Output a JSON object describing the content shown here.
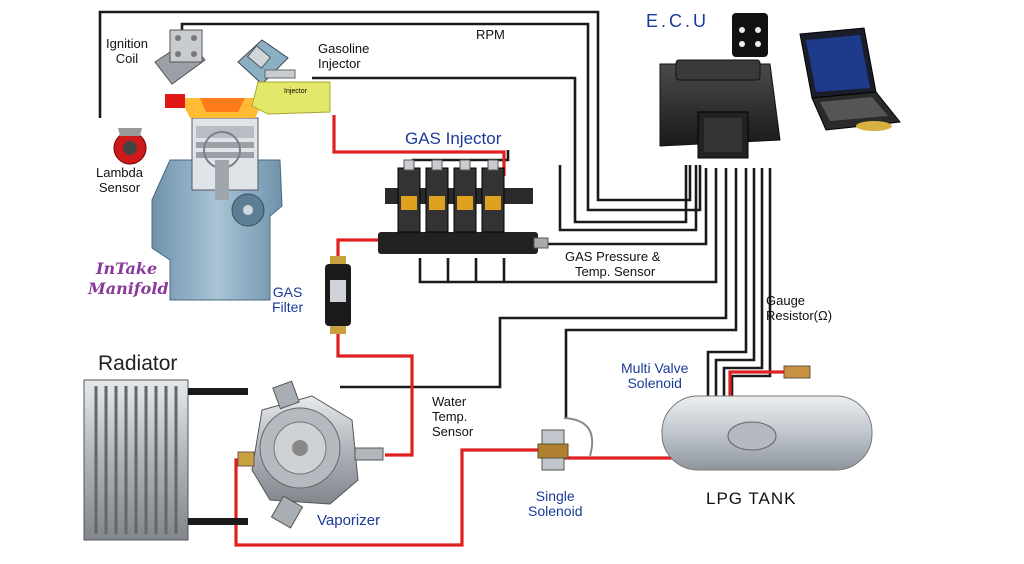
{
  "labels": {
    "ignition_coil_1": "Ignition",
    "ignition_coil_2": "Coil",
    "lambda_sensor_1": "Lambda",
    "lambda_sensor_2": "Sensor",
    "gasoline_injector_1": "Gasoline",
    "gasoline_injector_2": "Injector",
    "injector_tag": "Injector",
    "rpm": "RPM",
    "ecu": "E.C.U",
    "gas_injector": "GAS Injector",
    "gas_pressure_1": "GAS Pressure &",
    "gas_pressure_2": "Temp. Sensor",
    "intake_1": "InTake",
    "intake_2": "Manifold",
    "gas_filter_1": "GAS",
    "gas_filter_2": "Filter",
    "gauge_resistor_1": "Gauge",
    "gauge_resistor_2": "Resistor(Ω)",
    "radiator": "Radiator",
    "multi_valve_1": "Multi Valve",
    "multi_valve_2": "Solenoid",
    "water_temp_1": "Water",
    "water_temp_2": "Temp.",
    "water_temp_3": "Sensor",
    "vaporizer": "Vaporizer",
    "single_solenoid_1": "Single",
    "single_solenoid_2": "Solenoid",
    "lpg_tank": "LPG TANK"
  },
  "colors": {
    "signal_wire": "#1a1a1a",
    "gas_line": "#e02020",
    "label_blue": "#1a3a9a",
    "intake_text": "#8a3a9a",
    "engine_body": "#8fb3c8",
    "metal": "#b8bec4"
  }
}
